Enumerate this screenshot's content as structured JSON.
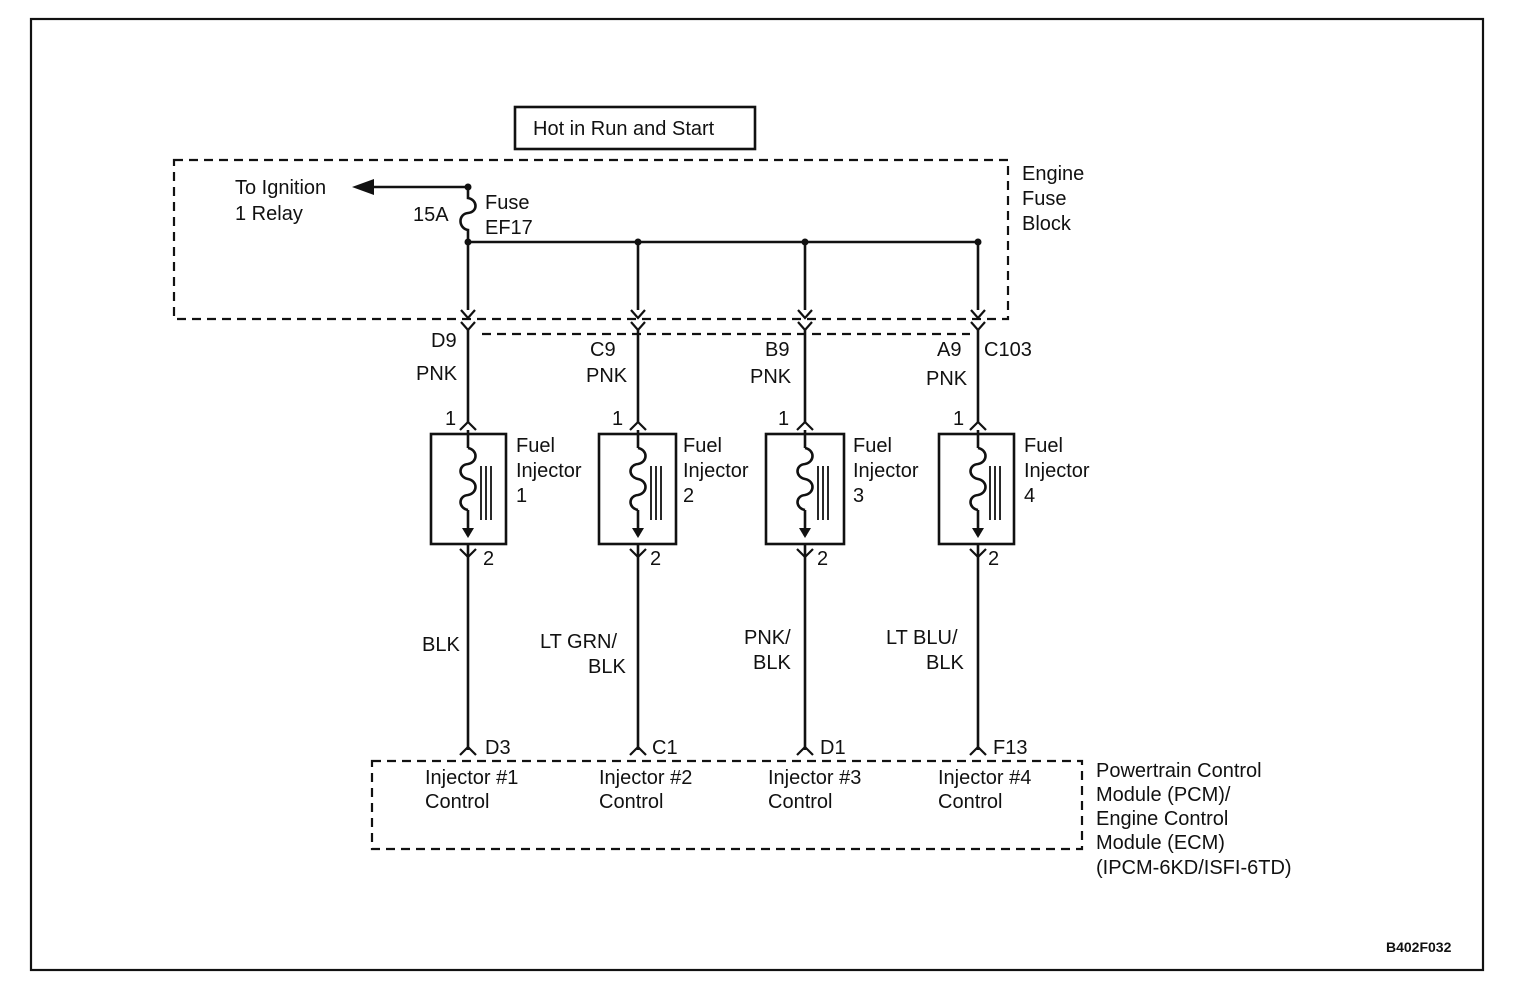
{
  "header": {
    "label": "Hot in Run and Start"
  },
  "fuse_block": {
    "label_lines": [
      "Engine",
      "Fuse",
      "Block"
    ],
    "to_relay_lines": [
      "To Ignition",
      "1 Relay"
    ],
    "fuse_rating": "15A",
    "fuse_lines": [
      "Fuse",
      "EF17"
    ],
    "connector_id": "C103"
  },
  "injectors": [
    {
      "pin_top": "D9",
      "wire_top": "PNK",
      "pin1": "1",
      "pin2": "2",
      "label_lines": [
        "Fuel",
        "Injector",
        "1"
      ],
      "wire_bottom_lines": [
        "BLK"
      ],
      "pcm_pin": "D3",
      "control_lines": [
        "Injector #1",
        "Control"
      ]
    },
    {
      "pin_top": "C9",
      "wire_top": "PNK",
      "pin1": "1",
      "pin2": "2",
      "label_lines": [
        "Fuel",
        "Injector",
        "2"
      ],
      "wire_bottom_lines": [
        "LT GRN/",
        "BLK"
      ],
      "pcm_pin": "C1",
      "control_lines": [
        "Injector #2",
        "Control"
      ]
    },
    {
      "pin_top": "B9",
      "wire_top": "PNK",
      "pin1": "1",
      "pin2": "2",
      "label_lines": [
        "Fuel",
        "Injector",
        "3"
      ],
      "wire_bottom_lines": [
        "PNK/",
        "BLK"
      ],
      "pcm_pin": "D1",
      "control_lines": [
        "Injector #3",
        "Control"
      ]
    },
    {
      "pin_top": "A9",
      "wire_top": "PNK",
      "pin1": "1",
      "pin2": "2",
      "label_lines": [
        "Fuel",
        "Injector",
        "4"
      ],
      "wire_bottom_lines": [
        "LT BLU/",
        "BLK"
      ],
      "pcm_pin": "F13",
      "control_lines": [
        "Injector #4",
        "Control"
      ]
    }
  ],
  "pcm": {
    "label_lines": [
      "Powertrain Control",
      "Module (PCM)/",
      "Engine Control",
      "Module (ECM)",
      "(IPCM-6KD/ISFI-6TD)"
    ]
  },
  "figure_code": "B402F032"
}
